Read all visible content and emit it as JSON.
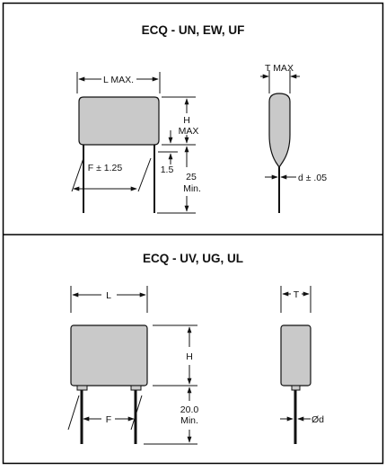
{
  "panels": [
    {
      "title": "ECQ - UN, EW, UF",
      "front": {
        "width_label": "L MAX.",
        "height_label_1": "H",
        "height_label_2": "MAX",
        "pitch_label": "F ± 1.25",
        "gap_label": "1.5",
        "lead_label_1": "25",
        "lead_label_2": "Min."
      },
      "side": {
        "thickness_label": "T MAX",
        "lead_dia_label": "d ± .05"
      }
    },
    {
      "title": "ECQ - UV, UG, UL",
      "front": {
        "width_label": "L",
        "height_label": "H",
        "pitch_label": "F",
        "lead_label_1": "20.0",
        "lead_label_2": "Min."
      },
      "side": {
        "thickness_label": "T",
        "lead_dia_label": "Ød"
      }
    }
  ],
  "colors": {
    "body_fill": "#c9c9c9",
    "line": "#111111",
    "frame": "#000000"
  }
}
